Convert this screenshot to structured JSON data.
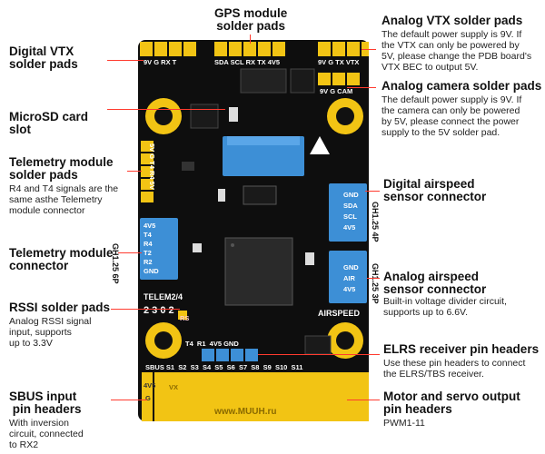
{
  "labels": {
    "gps": {
      "title_line1": "GPS module",
      "title_line2": "solder pads"
    },
    "digital_vtx": {
      "title_line1": "Digital VTX",
      "title_line2": "solder pads"
    },
    "microsd": {
      "title_line1": "MicroSD card",
      "title_line2": "slot"
    },
    "telemetry_pads": {
      "title_line1": "Telemetry module",
      "title_line2": "solder pads",
      "desc_line1": "R4 and T4 signals are the",
      "desc_line2": "same asthe Telemetry",
      "desc_line3": "module connector"
    },
    "telemetry_conn": {
      "title_line1": "Telemetry module",
      "title_line2": "connector"
    },
    "rssi": {
      "title": "RSSI solder pads",
      "desc_line1": "Analog RSSI signal",
      "desc_line2": "input, supports",
      "desc_line3": "up to 3.3V"
    },
    "sbus": {
      "title_line1": "SBUS input",
      "title_line2": " pin headers",
      "desc_line1": "With inversion",
      "desc_line2": "circuit, connected",
      "desc_line3": "to RX2"
    },
    "analog_vtx": {
      "title": "Analog VTX solder pads",
      "desc_line1": "The default power supply is 9V. If",
      "desc_line2": "the VTX can only be powered by",
      "desc_line3": "5V, please change the PDB board's",
      "desc_line4": "VTX BEC to output 5V."
    },
    "analog_cam": {
      "title": "Analog camera solder pads",
      "desc_line1": "The default power supply is 9V. If",
      "desc_line2": "the camera can only be powered",
      "desc_line3": "by 5V, please connect the power",
      "desc_line4": "supply to the 5V solder pad."
    },
    "digital_airspeed": {
      "title_line1": "Digital airspeed",
      "title_line2": "sensor connector"
    },
    "analog_airspeed": {
      "title_line1": "Analog airspeed",
      "title_line2": "sensor connector",
      "desc_line1": "Built-in voltage divider circuit,",
      "desc_line2": "supports up to 6.6V."
    },
    "elrs": {
      "title": "ELRS receiver pin headers",
      "desc_line1": "Use these pin headers to connect",
      "desc_line2": "the ELRS/TBS receiver."
    },
    "motor": {
      "title_line1": "Motor and servo output",
      "title_line2": "pin headers",
      "desc": "PWM1-11"
    }
  },
  "silk": {
    "gh_left": "GH1.25 6P",
    "gh_right_top": "GH1.25 4P",
    "gh_right_bot": "GH1.25 3P",
    "telem_pins": [
      "4V5",
      "T4",
      "R4",
      "T2",
      "R2",
      "GND"
    ],
    "dig_air_pins": [
      "GND",
      "SDA",
      "SCL",
      "4V5"
    ],
    "ana_air_pins": [
      "GND",
      "AIR",
      "4V5"
    ],
    "telem24": "TELEM2/4",
    "telem_pads_nums": "2 3 0 2",
    "rs": "RS",
    "airspeed": "AIRSPEED",
    "elrs_pins": "T4  R1  4V5 GND",
    "bottom_row": "SBUS S1  S2  S3  S4  S5  S6  S7  S8  S9  S10  S11",
    "vx": "VX",
    "website": "www.MUUH.ru",
    "top_left_pads": "9V G RX T",
    "top_gps_pads": "SDA SCL RX TX 4V5",
    "cam_pads": "9V G CAM",
    "vtx_pads": "9V G TX VTX",
    "rx_side": "5V G T4 R4 5V",
    "sbus_4v5": "4V5",
    "sbus_g": "G"
  },
  "colors": {
    "board": "#0e0e0e",
    "pad": "#f2c414",
    "connector": "#3d8fd6",
    "annot_line": "#ff3b2f"
  }
}
